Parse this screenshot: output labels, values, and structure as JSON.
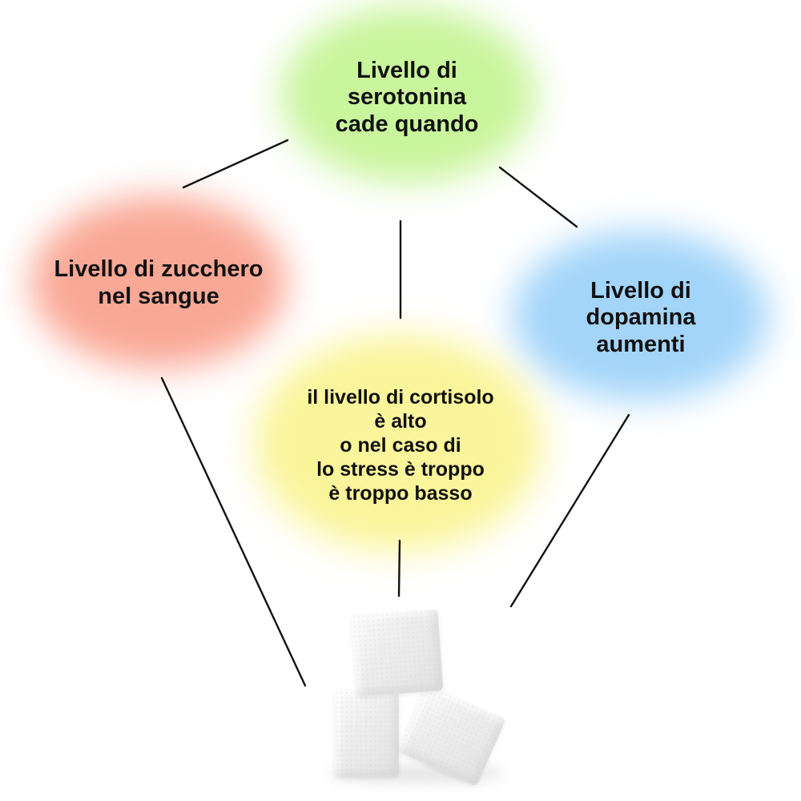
{
  "diagram": {
    "nodes": [
      {
        "id": "serotonina",
        "lines": [
          "Livello di",
          "serotonina",
          "cade quando"
        ],
        "color": "#c9f59c"
      },
      {
        "id": "zucchero",
        "lines": [
          "Livello di zucchero",
          "nel sangue"
        ],
        "color": "#faa896"
      },
      {
        "id": "dopamina",
        "lines": [
          "Livello di",
          "dopamina",
          "aumenti"
        ],
        "color": "#a3d5fa"
      },
      {
        "id": "cortisolo",
        "lines": [
          "il livello di cortisolo",
          "è alto",
          "o nel caso di",
          "lo stress è troppo",
          "è troppo basso"
        ],
        "color": "#faf59a"
      }
    ],
    "connector_color": "#111111",
    "center_image": "sugar-cubes"
  }
}
